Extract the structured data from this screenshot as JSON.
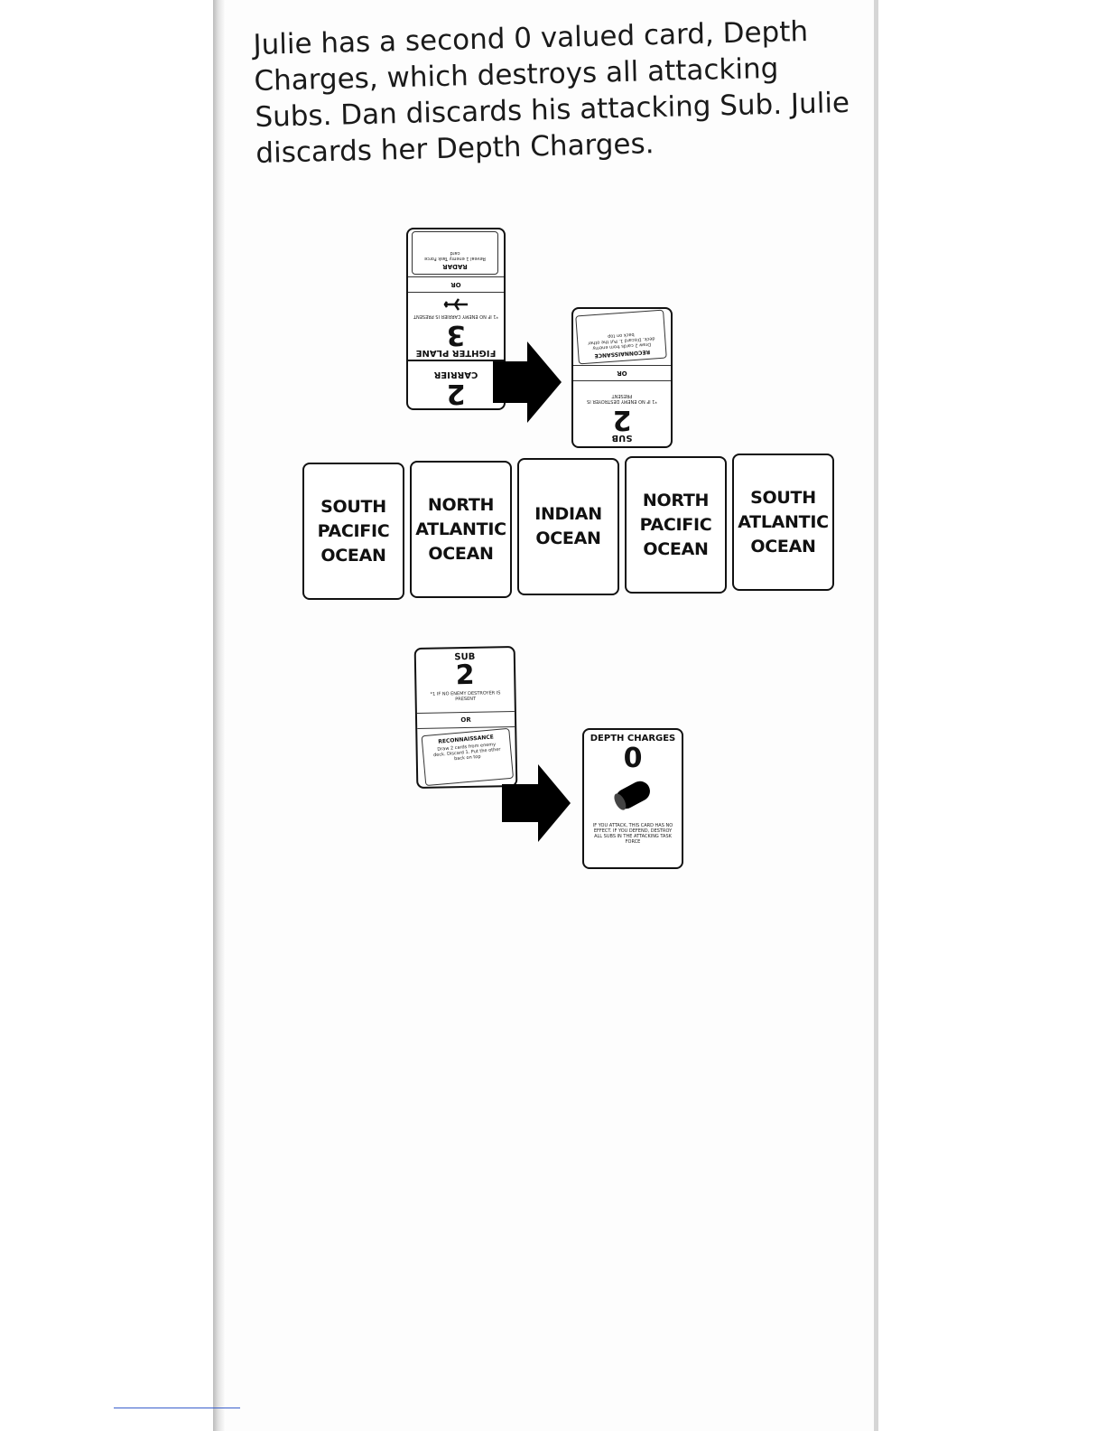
{
  "paragraph": "Julie has a second 0 valued card, Depth Charges, which destroys all attacking Subs. Dan discards his attacking Sub. Julie discards her Depth Charges.",
  "oceans": [
    {
      "line1": "SOUTH",
      "line2": "PACIFIC",
      "line3": "OCEAN"
    },
    {
      "line1": "NORTH",
      "line2": "ATLANTIC",
      "line3": "OCEAN"
    },
    {
      "line1": "INDIAN",
      "line2": "OCEAN",
      "line3": ""
    },
    {
      "line1": "NORTH",
      "line2": "PACIFIC",
      "line3": "OCEAN"
    },
    {
      "line1": "SOUTH",
      "line2": "ATLANTIC",
      "line3": "OCEAN"
    }
  ],
  "top_stack": {
    "back_card_name": "CARRIER",
    "back_card_value": "2",
    "front_card_name": "FIGHTER PLANE",
    "front_card_value": "3",
    "front_card_condition": "*1 IF NO ENEMY CARRIER IS PRESENT",
    "or_label": "OR",
    "front_card_inner_name": "RADAR",
    "front_card_inner_text": "Reveal 1 enemy Task Force card"
  },
  "top_defender": {
    "name": "SUB",
    "value": "2",
    "condition": "*1 IF NO ENEMY DESTROYER IS PRESENT",
    "or_label": "OR",
    "inner_name": "RECONNAISSANCE",
    "inner_text": "Draw 2 cards from enemy deck. Discard 1. Put the other back on top"
  },
  "bottom_attacker": {
    "name": "SUB",
    "value": "2",
    "condition": "*1 IF NO ENEMY DESTROYER IS PRESENT",
    "or_label": "OR",
    "inner_name": "RECONNAISSANCE",
    "inner_text": "Draw 2 cards from enemy deck. Discard 1. Put the other back on top"
  },
  "depth_charges": {
    "name": "DEPTH CHARGES",
    "value": "0",
    "text": "IF YOU ATTACK, THIS CARD HAS NO EFFECT. IF YOU DEFEND, DESTROY ALL SUBS IN THE ATTACKING TASK FORCE"
  },
  "colors": {
    "ink": "#111111",
    "paper": "#ffffff",
    "edge_shadow": "#bdbdbd"
  }
}
